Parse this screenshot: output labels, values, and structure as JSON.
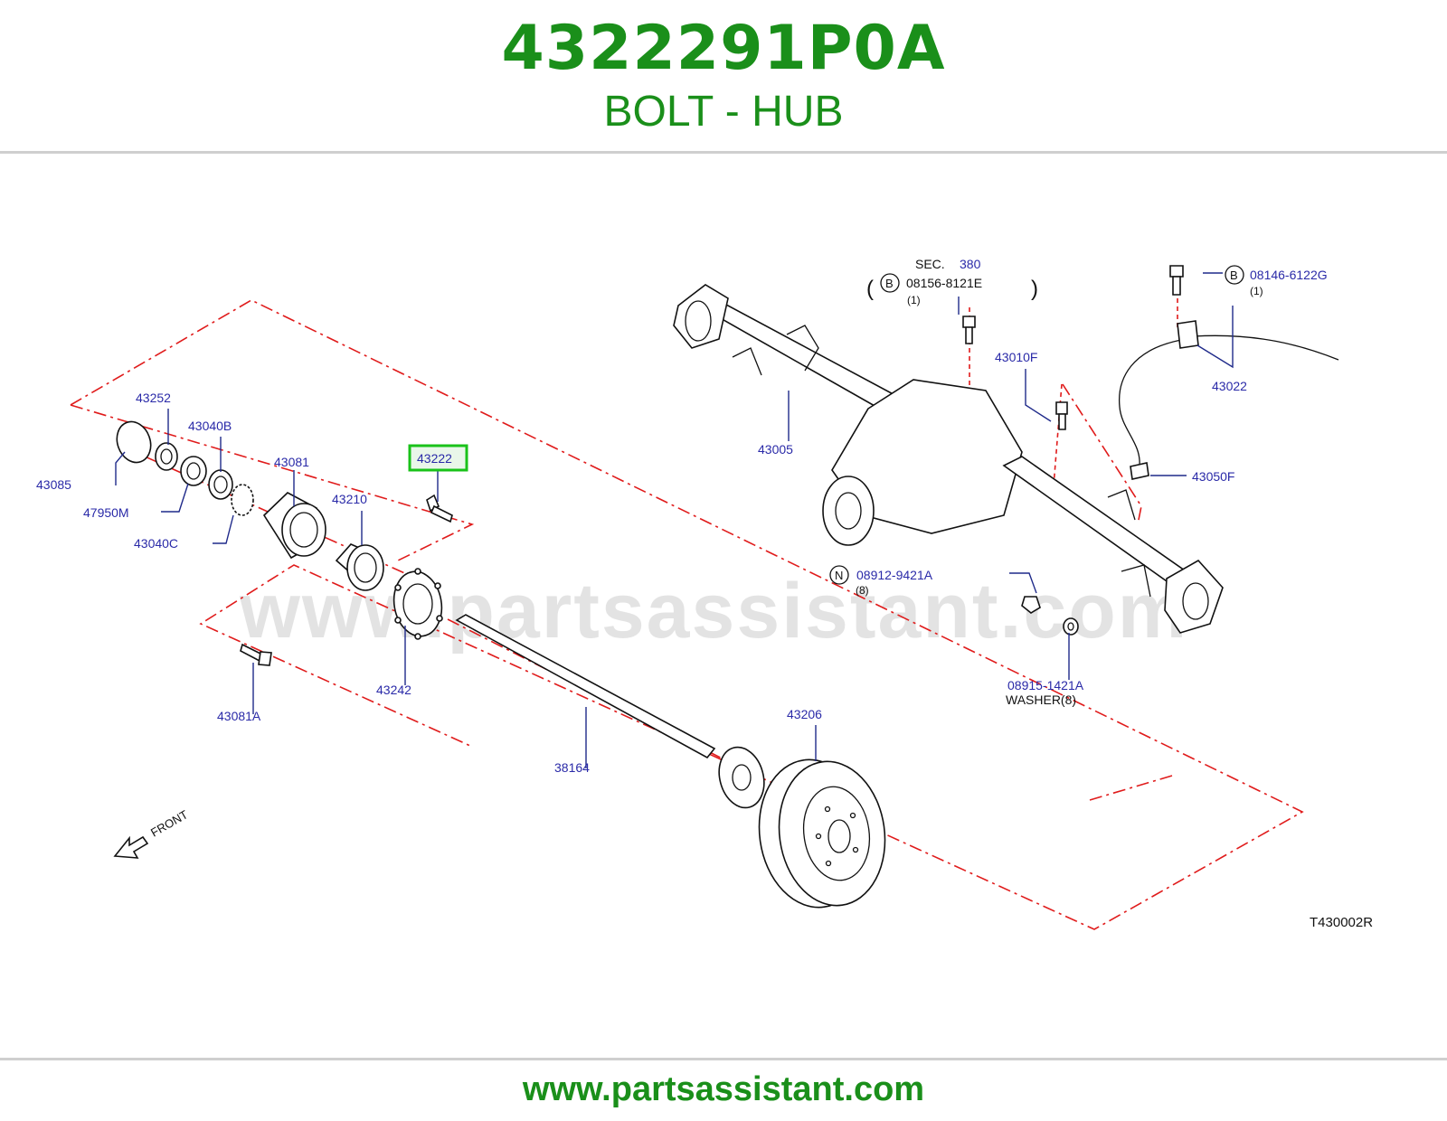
{
  "header": {
    "part_number": "4322291P0A",
    "part_name": "BOLT - HUB"
  },
  "footer": {
    "url": "www.partsassistant.com"
  },
  "diagram": {
    "watermark": "www.partsassistant.com",
    "highlighted_part": "43222",
    "code": "T430002R",
    "front_label": "FRONT",
    "sec": {
      "prefix": "SEC.",
      "number": "380"
    },
    "callouts": {
      "p43085": "43085",
      "p43252": "43252",
      "p47950M": "47950M",
      "p43040B": "43040B",
      "p43040C": "43040C",
      "p43081": "43081",
      "p43210": "43210",
      "p43222": "43222",
      "p43242": "43242",
      "p43081A": "43081A",
      "p38164": "38164",
      "p43206": "43206",
      "p43005": "43005",
      "p43010F": "43010F",
      "p43022": "43022",
      "p43050F": "43050F",
      "p08156": "08156-8121E",
      "p08146": "08146-6122G",
      "p08912": "08912-9421A",
      "p08915": "08915-1421A"
    },
    "qty": {
      "q08156": "(1)",
      "q08146": "(1)",
      "q08912": "(8)",
      "washer": "WASHER(8)"
    },
    "markers": {
      "b1": "B",
      "b2": "B",
      "n": "N"
    },
    "paren_open": "(",
    "paren_close": ")"
  },
  "colors": {
    "brand_green": "#1a8f1a",
    "highlight_green": "#19c219",
    "callout_blue": "#2a2aa8",
    "guide_red": "#e01b1b"
  }
}
